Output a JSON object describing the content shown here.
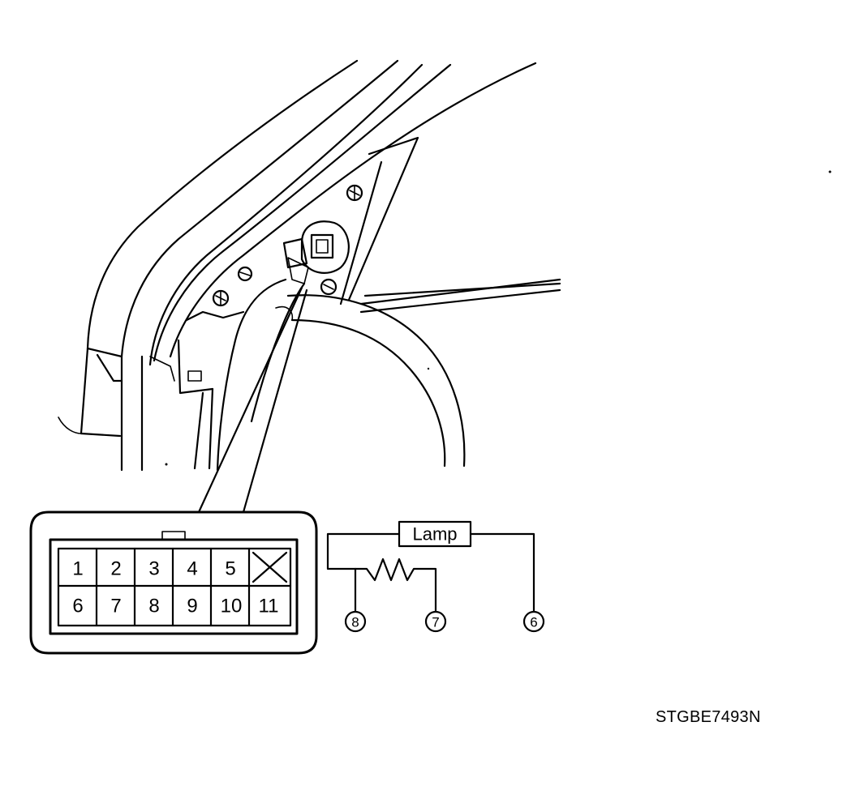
{
  "connector": {
    "pins_top_row": [
      "1",
      "2",
      "3",
      "4",
      "5",
      ""
    ],
    "pins_bottom_row": [
      "6",
      "7",
      "8",
      "9",
      "10",
      "11"
    ],
    "unused_pin_icon": "crossed-box-icon"
  },
  "circuit": {
    "lamp_label": "Lamp",
    "terminals": [
      "8",
      "7",
      "6"
    ],
    "resistor_icon": "zigzag-resistor-icon"
  },
  "figure_code": "STGBE7493N"
}
